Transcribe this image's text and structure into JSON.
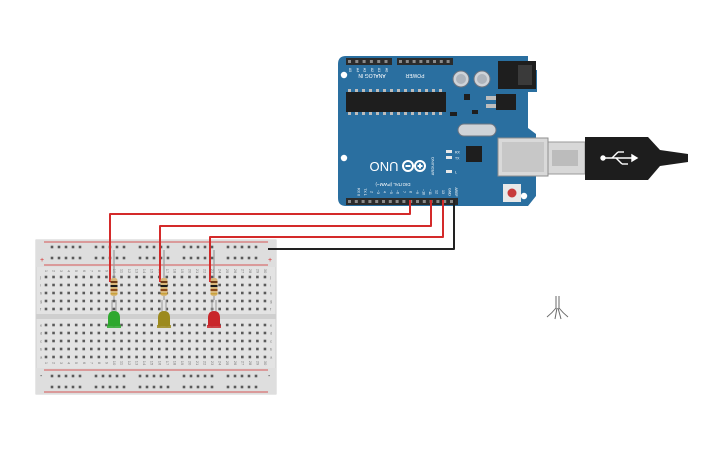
{
  "arduino": {
    "brand": "ARDUINO",
    "model": "UNO",
    "power_label": "POWER",
    "analog_label": "ANALOG IN",
    "digital_label": "DIGITAL (PWM~)",
    "led_labels": [
      "RX",
      "TX",
      "L"
    ],
    "pin_labels": [
      "AREF",
      "GND",
      "13",
      "12",
      "~11",
      "~10",
      "~9",
      "8",
      "7",
      "~6",
      "~5",
      "4",
      "~3",
      "2",
      "TX 1",
      "RX 0"
    ],
    "board_color": "#2a6fa0",
    "header_color": "#2b2b2b"
  },
  "breadboard": {
    "column_numbers": [
      "1",
      "2",
      "3",
      "4",
      "5",
      "6",
      "7",
      "8",
      "9",
      "10",
      "11",
      "12",
      "13",
      "14",
      "15",
      "16",
      "17",
      "18",
      "19",
      "20",
      "21",
      "22",
      "23",
      "24",
      "25",
      "26",
      "27",
      "28",
      "29",
      "30"
    ],
    "row_letters_top": [
      "j",
      "i",
      "h",
      "g",
      "f"
    ],
    "row_letters_bottom": [
      "e",
      "d",
      "c",
      "b",
      "a"
    ],
    "rail_plus": "+",
    "rail_minus": "-"
  },
  "leds": [
    {
      "color": "#2ea82e",
      "name": "green"
    },
    {
      "color": "#9c8a1e",
      "name": "yellow"
    },
    {
      "color": "#c9262a",
      "name": "red"
    }
  ],
  "wire_colors": {
    "signal": "#d42a2a",
    "ground": "#222222"
  },
  "usb_cable_color": "#1d1d1d"
}
